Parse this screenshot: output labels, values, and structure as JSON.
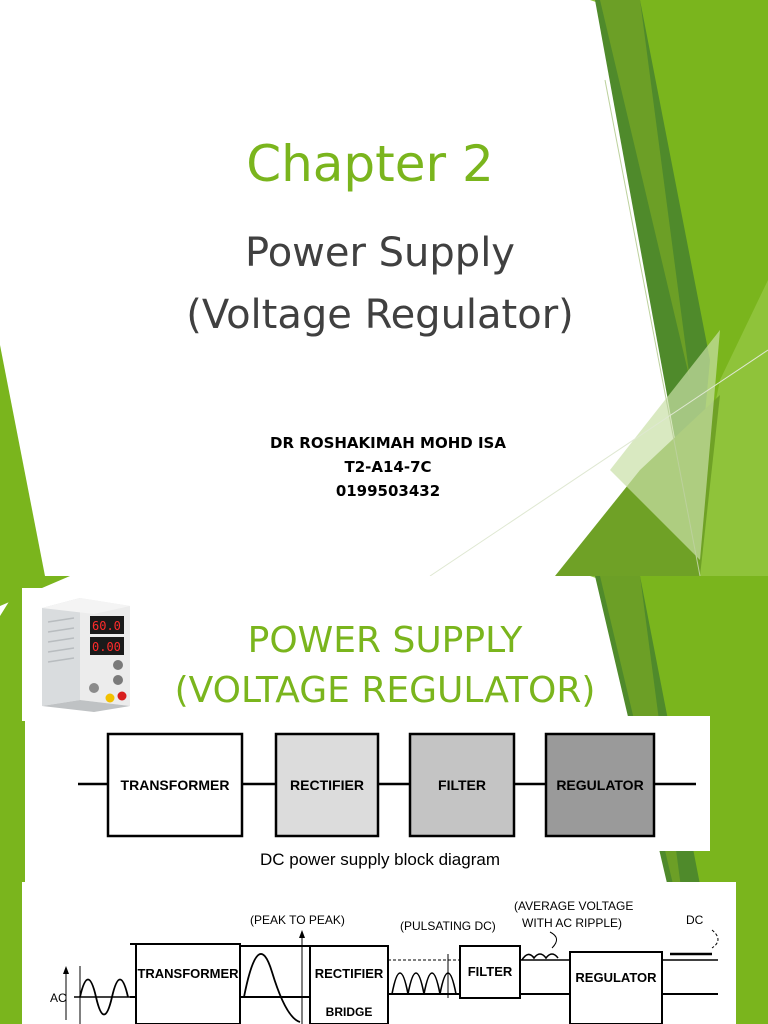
{
  "slide1": {
    "title": "Chapter 2",
    "subtitle_line1": "Power Supply",
    "subtitle_line2": "(Voltage Regulator)",
    "author_name": "DR ROSHAKIMAH MOHD ISA",
    "author_room": "T2-A14-7C",
    "author_phone": "0199503432"
  },
  "slide2": {
    "title_line1": "POWER SUPPLY",
    "title_line2": "(VOLTAGE REGULATOR)",
    "psu_display_voltage": "60.0",
    "psu_display_current": "0.00",
    "block_diagram": {
      "blocks": [
        "TRANSFORMER",
        "RECTIFIER",
        "FILTER",
        "REGULATOR"
      ],
      "caption": "DC power supply block diagram"
    },
    "waveform_diagram": {
      "label_ac": "AC",
      "label_peak": "(PEAK TO PEAK)",
      "label_pulsating": "(PULSATING DC)",
      "label_average_line1": "(AVERAGE VOLTAGE",
      "label_average_line2": "WITH AC RIPPLE)",
      "label_dc": "DC",
      "block_transformer": "TRANSFORMER",
      "block_rectifier": "RECTIFIER",
      "block_bridge": "BRIDGE",
      "block_filter": "FILTER",
      "block_regulator": "REGULATOR"
    }
  },
  "theme": {
    "accent_green": "#7ab51d",
    "text_gray": "#404040"
  }
}
